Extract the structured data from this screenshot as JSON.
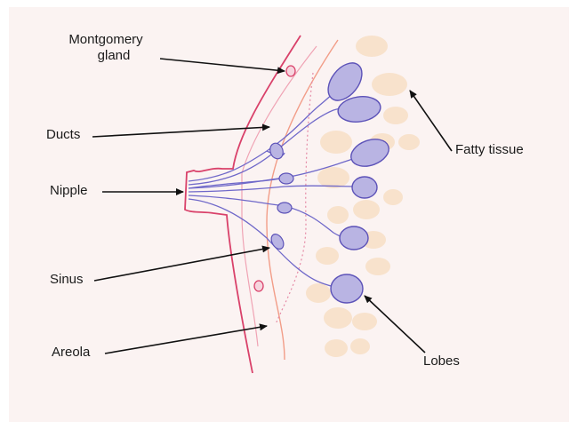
{
  "labels": {
    "montgomery_line1": "Montgomery",
    "montgomery_line2": "gland",
    "ducts": "Ducts",
    "nipple": "Nipple",
    "sinus": "Sinus",
    "areola": "Areola",
    "fatty_tissue": "Fatty tissue",
    "lobes": "Lobes"
  },
  "colors": {
    "background": "#fbf3f2",
    "skin_outline": "#d9416a",
    "inner_line": "#f0a3b4",
    "outer_line": "#f29d88",
    "lobe_fill": "#b9b4e3",
    "lobe_stroke": "#5c52b8",
    "duct": "#6f68c9",
    "fat": "#f8e2cc",
    "arrow": "#111111"
  }
}
